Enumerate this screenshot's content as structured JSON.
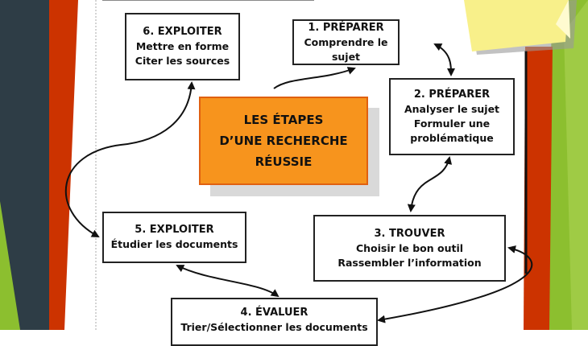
{
  "colors": {
    "dark": "#2e3d46",
    "red": "#cc3300",
    "green": "#8cbf2f",
    "orange": "#f7941d",
    "sticky": "#f8f08a"
  },
  "center": {
    "lines": [
      "LES ÉTAPES",
      "D’UNE RECHERCHE",
      "RÉUSSIE"
    ]
  },
  "steps": [
    {
      "title": "1. PRÉPARER",
      "lines": [
        "Comprendre le sujet"
      ]
    },
    {
      "title": "2. PRÉPARER",
      "lines": [
        "Analyser le sujet",
        "Formuler une",
        "problématique"
      ]
    },
    {
      "title": "3. TROUVER",
      "lines": [
        "Choisir le bon outil",
        "Rassembler l’information"
      ]
    },
    {
      "title": "4. ÉVALUER",
      "lines": [
        "Trier/Sélectionner les documents"
      ]
    },
    {
      "title": "5. EXPLOITER",
      "lines": [
        "Étudier les documents"
      ]
    },
    {
      "title": "6. EXPLOITER",
      "lines": [
        "Mettre en forme",
        "Citer les sources"
      ]
    }
  ]
}
